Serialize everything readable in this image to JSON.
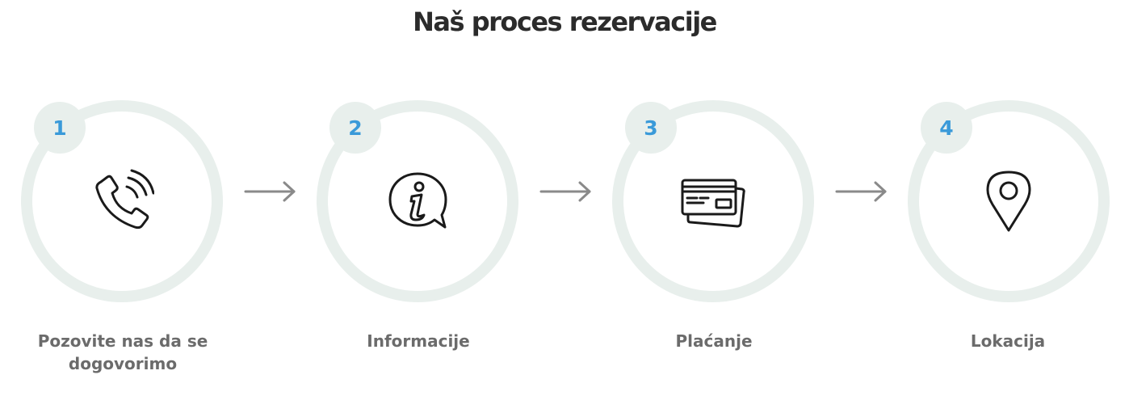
{
  "title": "Naš proces rezervacije",
  "steps": [
    {
      "number": "1",
      "label": "Pozovite nas da se dogovorimo",
      "icon": "phone-call-icon"
    },
    {
      "number": "2",
      "label": "Informacije",
      "icon": "info-chat-icon"
    },
    {
      "number": "3",
      "label": "Plaćanje",
      "icon": "credit-card-icon"
    },
    {
      "number": "4",
      "label": "Lokacija",
      "icon": "location-pin-icon"
    }
  ],
  "colors": {
    "ring": "#e8efec",
    "number": "#3a9ad9",
    "title": "#2b2b2b",
    "label": "#6b6b6b",
    "arrow": "#8a8a8a"
  }
}
